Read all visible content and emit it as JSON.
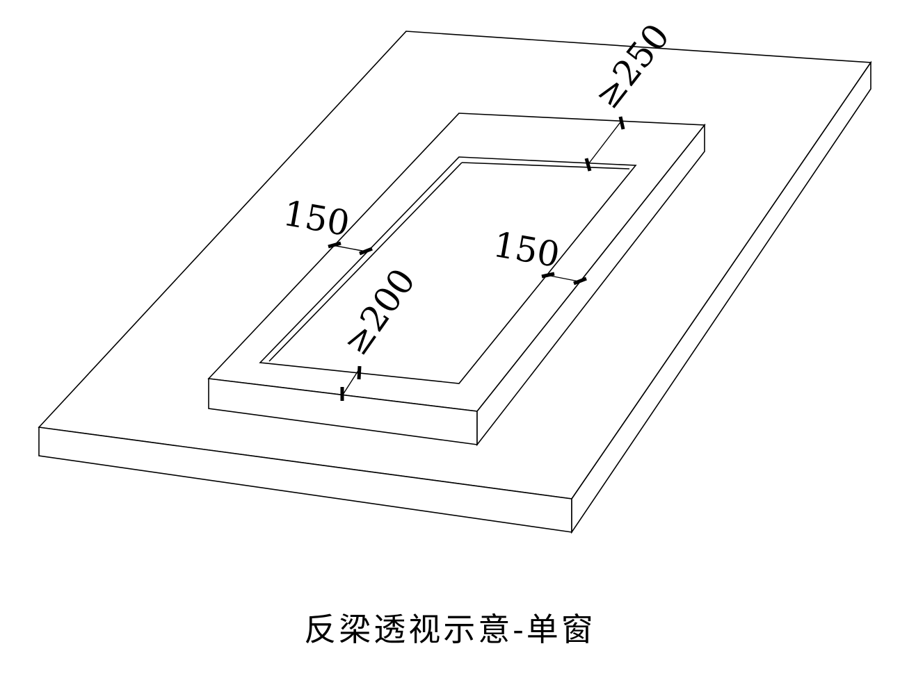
{
  "caption": "反梁透视示意-单窗",
  "dimensions": {
    "top_clearance": "≥250",
    "left_beam_width": "150",
    "right_beam_width": "150",
    "bottom_clearance": "≥200"
  },
  "colors": {
    "line": "#000000",
    "background": "#ffffff"
  }
}
